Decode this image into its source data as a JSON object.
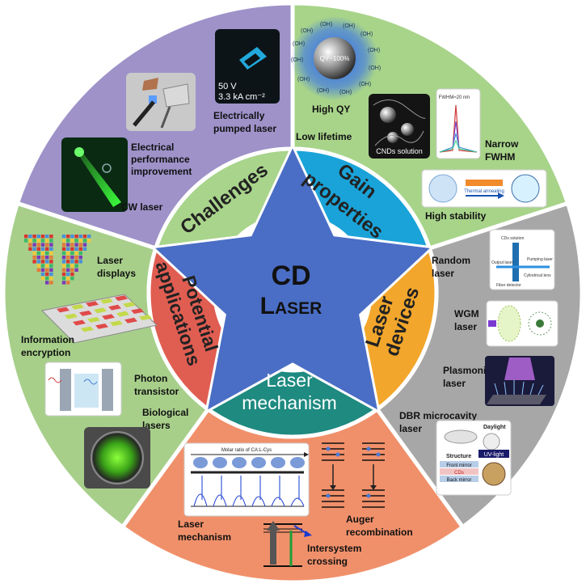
{
  "center": {
    "line1": "CD",
    "line2": "Laser"
  },
  "segments": {
    "challenges": {
      "label": "Challenges",
      "color": "#9e92c9",
      "inner_color": "#a9d48c"
    },
    "gain": {
      "label1": "Gain",
      "label2": "properties",
      "color": "#a8d48a",
      "inner_color": "#1aa3d8"
    },
    "devices": {
      "label1": "Laser",
      "label2": "devices",
      "color": "#a7a7a7",
      "inner_color": "#f2a62b"
    },
    "mechanism": {
      "label1": "Laser",
      "label2": "mechanism",
      "color": "#f0906a",
      "inner_color": "#1e8a80"
    },
    "applications": {
      "label1": "Potential",
      "label2": "applications",
      "color": "#a7cf8a",
      "inner_color": "#e05d52"
    }
  },
  "star_color": "#4a6ec5",
  "labels": {
    "electrically_pumped": [
      "Electrically",
      "pumped laser"
    ],
    "electrical_performance": [
      "Electrical",
      "performance",
      "improvement"
    ],
    "cw_laser": "CW laser",
    "high_qy": "High QY",
    "low_lifetime": "Low lifetime",
    "narrow_fwhm": [
      "Narrow",
      "FWHM"
    ],
    "high_stability": "High stability",
    "random_laser": [
      "Random",
      "laser"
    ],
    "wgm_laser": [
      "WGM",
      "laser"
    ],
    "plasmonic_laser": [
      "Plasmonic",
      "laser"
    ],
    "dbr_laser": [
      "DBR microcavity",
      "laser"
    ],
    "laser_displays": [
      "Laser",
      "displays"
    ],
    "information_encryption": [
      "Information",
      "encryption"
    ],
    "photon_transistor": [
      "Photon",
      "transistor"
    ],
    "biological_lasers": [
      "Biological",
      "lasers"
    ],
    "laser_mechanism_small": [
      "Laser",
      "mechanism"
    ],
    "auger": [
      "Auger",
      "recombination"
    ],
    "isc": [
      "Intersystem",
      "crossing"
    ]
  },
  "thumbs": {
    "ep_voltage": "50 V",
    "ep_current": "3.3 kA cm⁻²",
    "qy_badge": "QY~100%",
    "cnds": "CNDs solution",
    "fwhm": "FWHM≈20 nm",
    "thermal": "Thermal annealing",
    "random_cds": "CDs solution",
    "random_pump": "Pumping laser",
    "random_output": "Output laser",
    "random_lens": "Cylindrical lens",
    "random_fiber": "Fiber detector",
    "dbr_daylight": "Daylight",
    "dbr_structure": "Structure",
    "dbr_uv": "UV-light",
    "dbr_front": "Front mirror",
    "dbr_cds": "CDs",
    "dbr_back": "Back mirror",
    "molar": "Molar ratio of CA:L-Cys"
  }
}
